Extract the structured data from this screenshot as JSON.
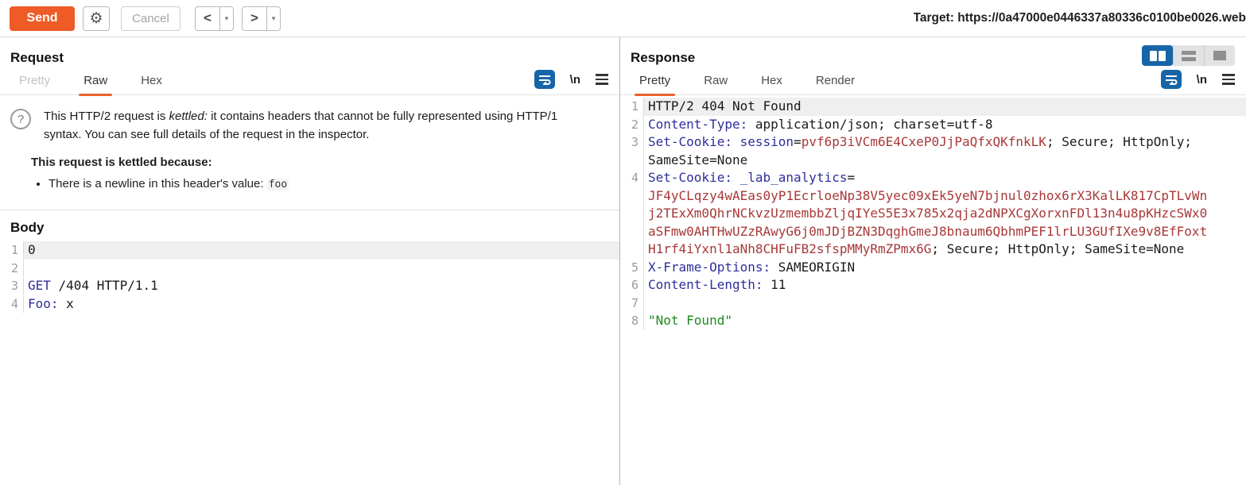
{
  "toolbar": {
    "send_label": "Send",
    "cancel_label": "Cancel",
    "back_label": "<",
    "forward_label": ">",
    "dropdown_glyph": "▾",
    "target_label": "Target: https://0a47000e0446337a80336c0100be0026.web"
  },
  "colors": {
    "accent": "#e8622c",
    "send_bg": "#ee5b26",
    "icon_blue": "#1665a8",
    "tok_name": "#2f2f9d",
    "tok_value": "#a83838",
    "tok_string": "#1e8a1e"
  },
  "request": {
    "title": "Request",
    "tabs": {
      "pretty": "Pretty",
      "raw": "Raw",
      "hex": "Hex"
    },
    "active_tab": "Raw",
    "icons": {
      "newline_label": "\\n"
    },
    "notice": {
      "question_glyph": "?",
      "line1_pre": "This HTTP/2 request is ",
      "line1_italic": "kettled:",
      "line1_post": " it contains headers that cannot be fully represented using HTTP/1 syntax. You can see full details of the request in the inspector.",
      "heading": "This request is kettled because:",
      "bullet_text": "There is a newline in this header's value: ",
      "bullet_code": "foo"
    },
    "body_title": "Body",
    "editor_lines": [
      {
        "num": "1",
        "highlight": true,
        "segments": [
          {
            "t": "0",
            "c": "plain"
          }
        ]
      },
      {
        "num": "2",
        "segments": []
      },
      {
        "num": "3",
        "segments": [
          {
            "t": "GET",
            "c": "name"
          },
          {
            "t": " /404 HTTP/1.1",
            "c": "plain"
          }
        ]
      },
      {
        "num": "4",
        "segments": [
          {
            "t": "Foo:",
            "c": "name"
          },
          {
            "t": " x",
            "c": "plain"
          }
        ]
      }
    ]
  },
  "response": {
    "title": "Response",
    "tabs": {
      "pretty": "Pretty",
      "raw": "Raw",
      "hex": "Hex",
      "render": "Render"
    },
    "active_tab": "Pretty",
    "icons": {
      "newline_label": "\\n"
    },
    "editor_lines": [
      {
        "num": "1",
        "highlight": true,
        "segments": [
          {
            "t": "HTTP/2 404 Not Found",
            "c": "plain"
          }
        ]
      },
      {
        "num": "2",
        "segments": [
          {
            "t": "Content-Type:",
            "c": "name"
          },
          {
            "t": " application/json; charset=utf-8",
            "c": "plain"
          }
        ]
      },
      {
        "num": "3",
        "segments": [
          {
            "t": "Set-Cookie:",
            "c": "name"
          },
          {
            "t": " ",
            "c": "plain"
          },
          {
            "t": "session",
            "c": "name"
          },
          {
            "t": "=",
            "c": "plain"
          },
          {
            "t": "pvf6p3iVCm6E4CxeP0JjPaQfxQKfnkLK",
            "c": "value"
          },
          {
            "t": "; Secure; HttpOnly;",
            "c": "plain"
          }
        ]
      },
      {
        "num": "",
        "segments": [
          {
            "t": "SameSite=None",
            "c": "plain"
          }
        ]
      },
      {
        "num": "4",
        "segments": [
          {
            "t": "Set-Cookie:",
            "c": "name"
          },
          {
            "t": " ",
            "c": "plain"
          },
          {
            "t": "_lab_analytics",
            "c": "name"
          },
          {
            "t": "=",
            "c": "plain"
          }
        ]
      },
      {
        "num": "",
        "segments": [
          {
            "t": "JF4yCLqzy4wAEas0yP1EcrloeNp38V5yec09xEk5yeN7bjnul0zhox6rX3KalLK817CpTLvWn",
            "c": "value"
          }
        ]
      },
      {
        "num": "",
        "segments": [
          {
            "t": "j2TExXm0QhrNCkvzUzmembbZljqIYeS5E3x785x2qja2dNPXCgXorxnFDl13n4u8pKHzcSWx0",
            "c": "value"
          }
        ]
      },
      {
        "num": "",
        "segments": [
          {
            "t": "aSFmw0AHTHwUZzRAwyG6j0mJDjBZN3DqghGmeJ8bnaum6QbhmPEF1lrLU3GUfIXe9v8EfFoxt",
            "c": "value"
          }
        ]
      },
      {
        "num": "",
        "segments": [
          {
            "t": "H1rf4iYxnl1aNh8CHFuFB2sfspMMyRmZPmx6G",
            "c": "value"
          },
          {
            "t": "; Secure; HttpOnly; SameSite=None",
            "c": "plain"
          }
        ]
      },
      {
        "num": "5",
        "segments": [
          {
            "t": "X-Frame-Options:",
            "c": "name"
          },
          {
            "t": " SAMEORIGIN",
            "c": "plain"
          }
        ]
      },
      {
        "num": "6",
        "segments": [
          {
            "t": "Content-Length:",
            "c": "name"
          },
          {
            "t": " 11",
            "c": "plain"
          }
        ]
      },
      {
        "num": "7",
        "segments": []
      },
      {
        "num": "8",
        "segments": [
          {
            "t": "\"Not Found\"",
            "c": "string"
          }
        ]
      }
    ]
  }
}
